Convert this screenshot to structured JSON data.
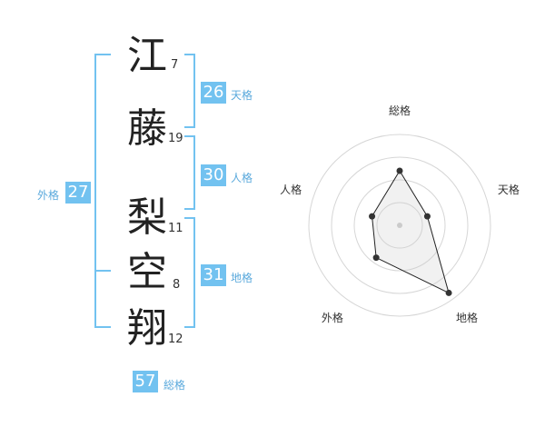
{
  "colors": {
    "accent": "#72c2f0",
    "bracket": "#72c2f0",
    "label": "#5aa9dc"
  },
  "name": {
    "chars": [
      {
        "char": "江",
        "strokes": "7"
      },
      {
        "char": "藤",
        "strokes": "19"
      },
      {
        "char": "梨",
        "strokes": "11"
      },
      {
        "char": "空",
        "strokes": "8"
      },
      {
        "char": "翔",
        "strokes": "12"
      }
    ]
  },
  "fortune": {
    "tenkaku": {
      "label": "天格",
      "value": "26"
    },
    "jinkaku": {
      "label": "人格",
      "value": "30"
    },
    "chikaku": {
      "label": "地格",
      "value": "31"
    },
    "gaikaku": {
      "label": "外格",
      "value": "27"
    },
    "soukaku": {
      "label": "総格",
      "value": "57"
    }
  },
  "chart_data": {
    "type": "radar",
    "axes": [
      "総格",
      "天格",
      "地格",
      "外格",
      "人格"
    ],
    "values": [
      3,
      1.6,
      4.6,
      2.2,
      1.6
    ],
    "range": [
      0,
      5
    ],
    "rings": 4,
    "grid": true
  }
}
